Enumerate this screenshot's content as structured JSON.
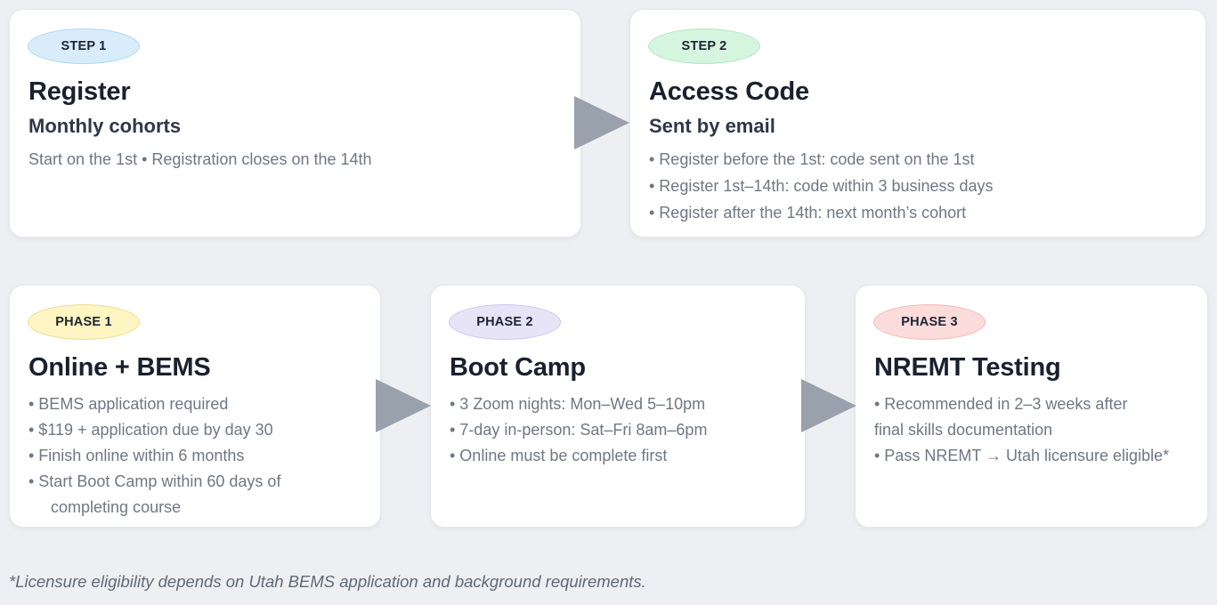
{
  "colors": {
    "page_background": "#edeff2",
    "card_background": "#ffffff",
    "step1_badge": "#d8ecfa",
    "step2_badge": "#d6f5de",
    "phase1_badge": "#fdf5c2",
    "phase2_badge": "#e8e4f8",
    "phase3_badge": "#fcdcda",
    "arrow": "#99a1ad",
    "title_text": "#19212e",
    "body_text": "#6e7784"
  },
  "steps_row": {
    "step1": {
      "badge": "STEP 1",
      "title": "Register",
      "subtitle": "Monthly cohorts",
      "body": "Start on the 1st • Registration closes on the 14th"
    },
    "step2": {
      "badge": "STEP 2",
      "title": "Access Code",
      "subtitle": "Sent by email",
      "bullets": [
        "• Register before the 1st: code sent on the 1st",
        "• Register 1st–14th: code within 3 business days",
        "• Register after the 14th: next month’s cohort"
      ]
    }
  },
  "phases_row": {
    "phase1": {
      "badge": "PHASE 1",
      "title": "Online + BEMS",
      "bullets": [
        "• BEMS application required",
        "• $119 + application due by day 30",
        "• Finish online within 6 months",
        "• Start Boot Camp within 60 days of\n     completing course"
      ]
    },
    "phase2": {
      "badge": "PHASE 2",
      "title": "Boot Camp",
      "bullets": [
        "• 3 Zoom nights: Mon–Wed 5–10pm",
        "• 7-day in-person: Sat–Fri 8am–6pm",
        "• Online must be complete first"
      ]
    },
    "phase3": {
      "badge": "PHASE 3",
      "title": "NREMT Testing",
      "bullets": [
        "• Recommended in 2–3 weeks after\nfinal skills documentation",
        "• Pass NREMT → Utah licensure eligible*"
      ]
    }
  },
  "footnote": "*Licensure eligibility depends on Utah BEMS application and background requirements."
}
